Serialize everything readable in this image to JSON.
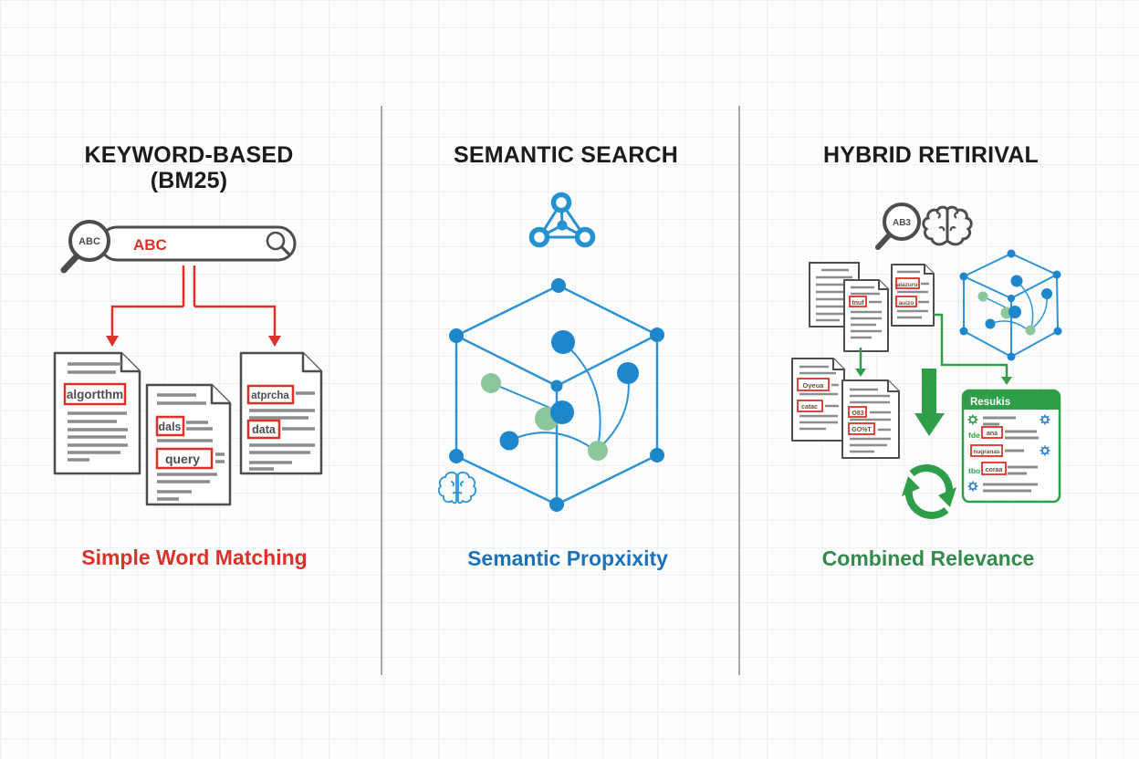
{
  "keyword_col": {
    "title_line1": "KEYWORD-BASED",
    "title_line2": "(BM25)",
    "caption": "Simple Word Matching",
    "search_bar": {
      "magnifier_label": "ABC",
      "query_text": "ABC"
    },
    "documents": [
      {
        "keywords": [
          "algortthm"
        ]
      },
      {
        "keywords": [
          "dals",
          "query"
        ]
      },
      {
        "keywords": [
          "atprcha",
          "data"
        ]
      }
    ]
  },
  "semantic_col": {
    "title": "SEMANTIC SEARCH",
    "caption": "Semantic Propxixity"
  },
  "hybrid_col": {
    "title": "HYBRID RETIRIVAL",
    "caption": "Combined Relevance",
    "magnifier_label": "AB3",
    "top_doc_keywords": [
      "tnuf",
      "alazuru",
      "auizo"
    ],
    "bottom_doc_keywords": [
      "Oyeua",
      "catac",
      "O83",
      "GO%T"
    ],
    "results": {
      "header": "Resukis",
      "rows": [
        {
          "left_icon": "flower-icon",
          "right_icon": "gear-icon"
        },
        {
          "prefix": "fde",
          "keyword": "ana"
        },
        {
          "keyword": "nugranas",
          "right_icon": "gear-icon"
        },
        {
          "prefix": "tbo",
          "keyword": "coraa"
        },
        {
          "left_icon": "gear-icon"
        }
      ]
    }
  },
  "colors": {
    "red": "#da3228",
    "blue": "#2d93d6",
    "blue_node": "#1e86ca",
    "green": "#2e9e49",
    "green_node": "#8cc69b",
    "caption_blue": "#1d71b8",
    "caption_green": "#348a4c",
    "ink": "#1b1b1b",
    "doc_border": "#4d4d4d",
    "doc_line": "#8c8c8c"
  }
}
